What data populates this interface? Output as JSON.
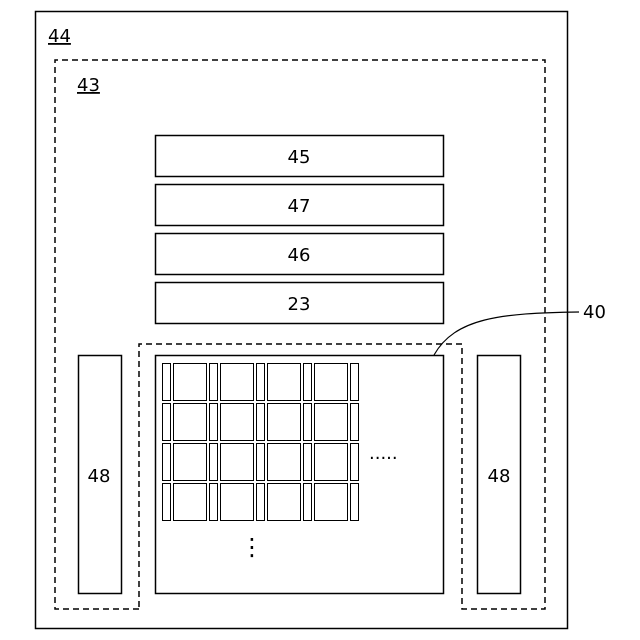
{
  "diagram": {
    "outer_label": "44",
    "inner_label": "43",
    "stack_blocks": [
      "45",
      "47",
      "46",
      "23"
    ],
    "side_block_left": "48",
    "side_block_right": "48",
    "callout_label": "40",
    "horizontal_ellipsis": ".....",
    "vertical_ellipsis": "⋮",
    "grid": {
      "rows": 4,
      "wide_cells_per_row": 4,
      "narrow_cells_per_row": 5
    }
  }
}
